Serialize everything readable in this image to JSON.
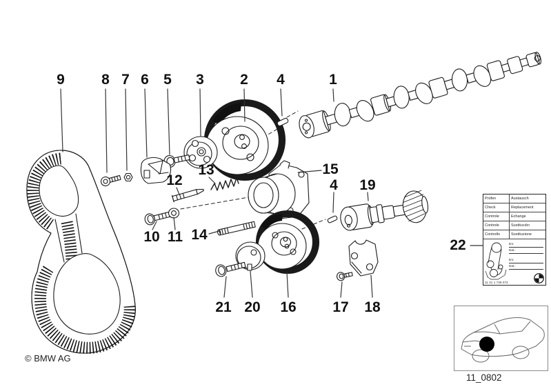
{
  "colors": {
    "line": "#1a1a1a",
    "background": "#ffffff",
    "leader": "#333333"
  },
  "callouts": [
    {
      "label": "9"
    },
    {
      "label": "8"
    },
    {
      "label": "7"
    },
    {
      "label": "6"
    },
    {
      "label": "5"
    },
    {
      "label": "3"
    },
    {
      "label": "2"
    },
    {
      "label": "4"
    },
    {
      "label": "1"
    },
    {
      "label": "15"
    },
    {
      "label": "13"
    },
    {
      "label": "12"
    },
    {
      "label": "4"
    },
    {
      "label": "19"
    },
    {
      "label": "10"
    },
    {
      "label": "11"
    },
    {
      "label": "14"
    },
    {
      "label": "21"
    },
    {
      "label": "20"
    },
    {
      "label": "16"
    },
    {
      "label": "17"
    },
    {
      "label": "18"
    },
    {
      "label": "22"
    }
  ],
  "inspection_label": {
    "rows": [
      {
        "left": "Prüfen",
        "right": "Austausch"
      },
      {
        "left": "Check",
        "right": "Replacement"
      },
      {
        "left": "Controle",
        "right": "Echange"
      },
      {
        "left": "Controle",
        "right": "Sustitución"
      },
      {
        "left": "Controllo",
        "right": "Sostituzione"
      }
    ],
    "fields": [
      "km:",
      "Dat.:",
      "km:",
      "Dat.:"
    ],
    "part_number": "11 31 1 739 073"
  },
  "footer": {
    "copyright": "© BMW AG",
    "drawing_number": "11_0802"
  }
}
